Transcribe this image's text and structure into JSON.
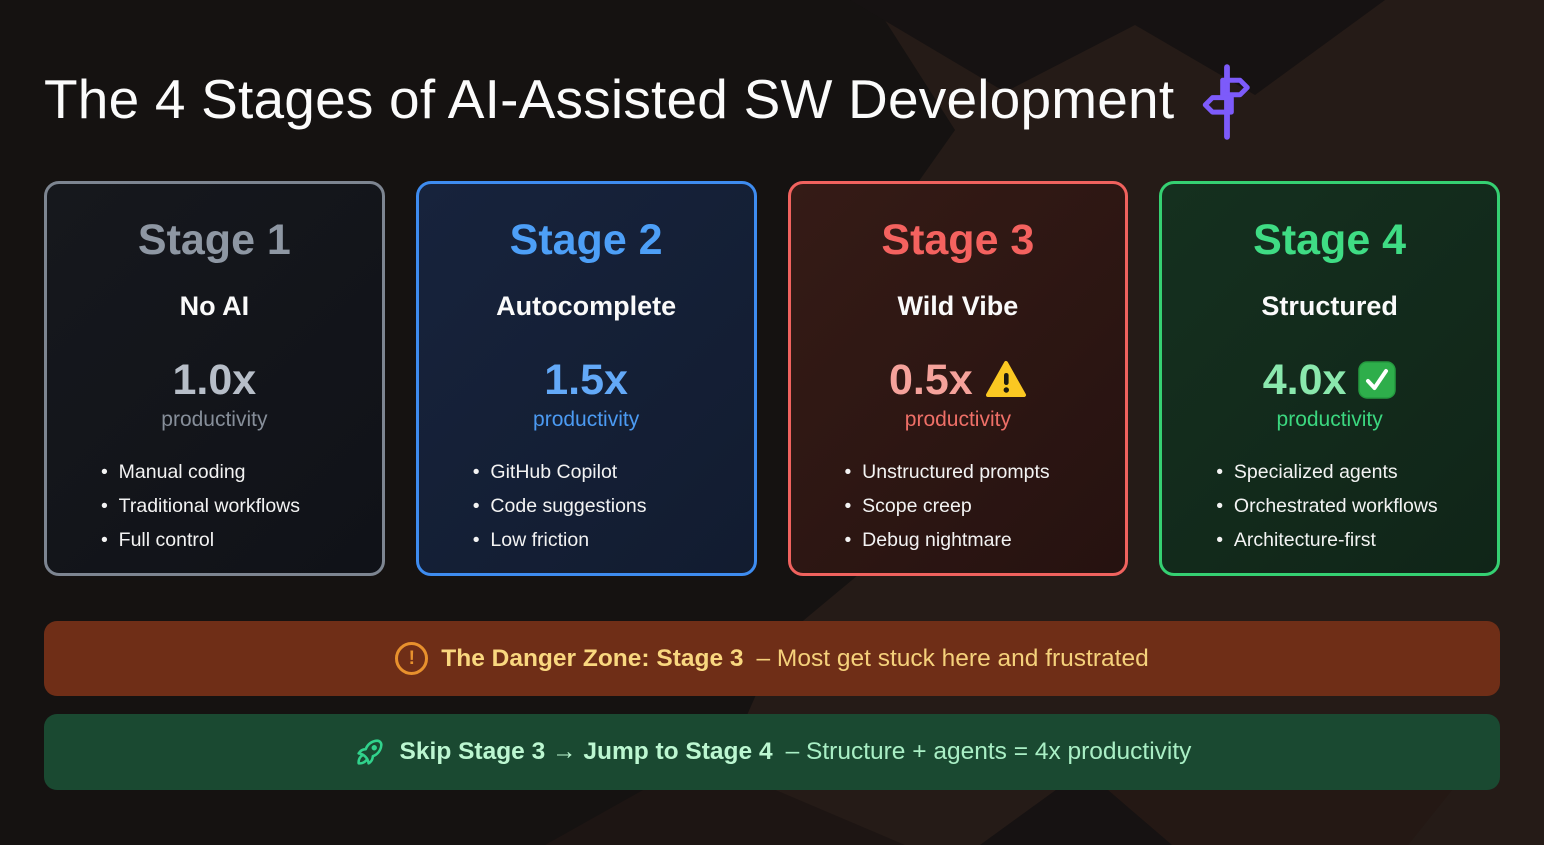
{
  "title": {
    "text": "The 4 Stages of AI-Assisted SW Development",
    "icon": "signpost-icon",
    "icon_color": "#7d5bfa"
  },
  "cards": [
    {
      "stage_label": "Stage 1",
      "title": "No AI",
      "multiplier": "1.0x",
      "multiplier_icon": "",
      "productivity_label": "productivity",
      "bullets": [
        "Manual coding",
        "Traditional workflows",
        "Full control"
      ],
      "colors": {
        "border": "#7d8591",
        "accent": "#8e97a3",
        "multiplier": "#b7bec8",
        "muted": "#868e99",
        "bg_from": "#16181d",
        "bg_to": "#101218"
      }
    },
    {
      "stage_label": "Stage 2",
      "title": "Autocomplete",
      "multiplier": "1.5x",
      "multiplier_icon": "",
      "productivity_label": "productivity",
      "bullets": [
        "GitHub Copilot",
        "Code suggestions",
        "Low friction"
      ],
      "colors": {
        "border": "#3e8cf0",
        "accent": "#4d9ff7",
        "multiplier": "#63a9f8",
        "muted": "#4b9af2",
        "bg_from": "#17233c",
        "bg_to": "#121c30"
      }
    },
    {
      "stage_label": "Stage 3",
      "title": "Wild Vibe",
      "multiplier": "0.5x",
      "multiplier_icon": "warning-icon",
      "productivity_label": "productivity",
      "bullets": [
        "Unstructured prompts",
        "Scope creep",
        "Debug nightmare"
      ],
      "colors": {
        "border": "#f0625e",
        "accent": "#f4625f",
        "multiplier": "#f5a29b",
        "muted": "#ee6f67",
        "bg_from": "#351b16",
        "bg_to": "#261210"
      }
    },
    {
      "stage_label": "Stage 4",
      "title": "Structured",
      "multiplier": "4.0x",
      "multiplier_icon": "check-icon",
      "productivity_label": "productivity",
      "bullets": [
        "Specialized agents",
        "Orchestrated workflows",
        "Architecture-first"
      ],
      "colors": {
        "border": "#35d072",
        "accent": "#3fdc84",
        "multiplier": "#8ae8ad",
        "muted": "#3bd77f",
        "bg_from": "#15301f",
        "bg_to": "#102518"
      }
    }
  ],
  "banners": {
    "danger": {
      "icon": "alert-circle-icon",
      "icon_color": "#e8912d",
      "text_bold": "The Danger Zone: Stage 3",
      "text_rest": "– Most get stuck here and frustrated",
      "background": "#6f2e17",
      "text_color": "#f7d47d"
    },
    "skip": {
      "icon": "rocket-icon",
      "icon_color": "#31d28c",
      "text_bold": "Skip Stage 3 → Jump to Stage 4",
      "text_rest": "– Structure + agents = 4x productivity",
      "background": "#1a4931",
      "text_color": "#b0f2c9"
    }
  }
}
